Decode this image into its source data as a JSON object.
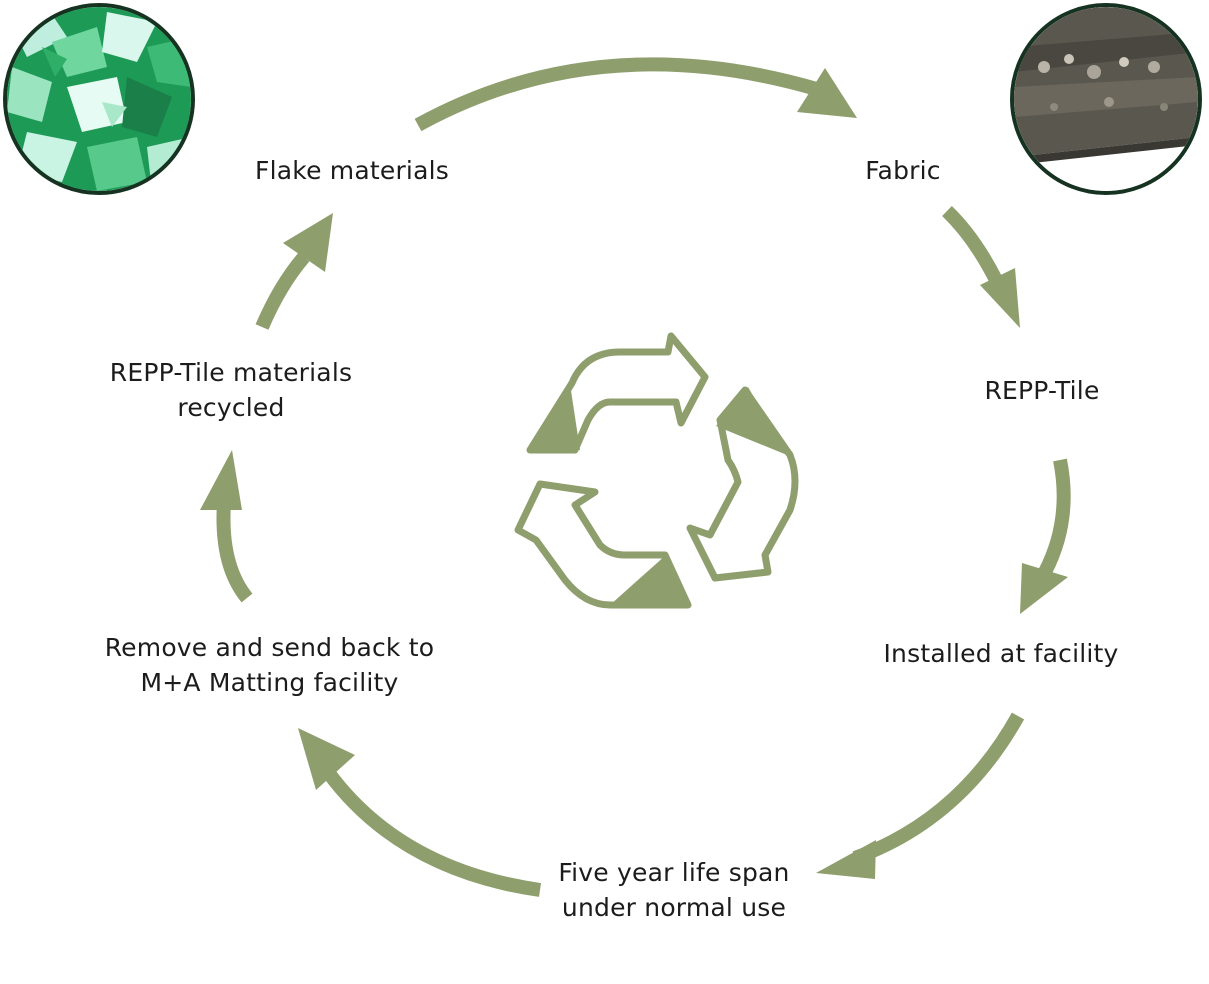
{
  "colors": {
    "arrow": "#8e9e6c",
    "text": "#1c1c1c",
    "photo_border": "#163322"
  },
  "stages": {
    "flake": [
      "Flake materials"
    ],
    "fabric": [
      "Fabric"
    ],
    "tile": [
      "REPP-Tile"
    ],
    "installed": [
      "Installed at facility"
    ],
    "lifespan": [
      "Five year life span",
      "under normal use"
    ],
    "remove": [
      "Remove and send back to",
      "M+A Matting facility"
    ],
    "recycled": [
      "REPP-Tile materials",
      "recycled"
    ]
  },
  "icons": {
    "center": "recycle-icon",
    "flake_photo": "plastic-flakes-photo",
    "fabric_photo": "fabric-photo"
  }
}
